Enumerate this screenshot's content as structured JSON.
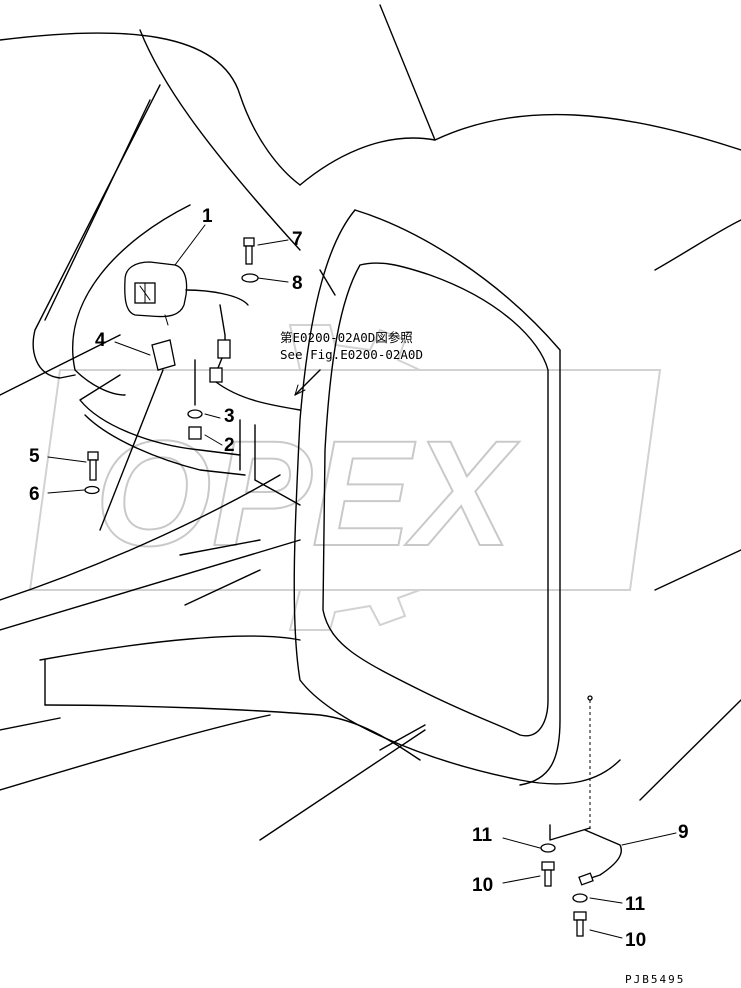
{
  "watermark": {
    "text": "OPEX"
  },
  "reference_note": {
    "japanese": "第E0200-02A0D図参照",
    "english": "See Fig.E0200-02A0D"
  },
  "callouts": [
    "1",
    "2",
    "3",
    "4",
    "5",
    "6",
    "7",
    "8",
    "9",
    "10",
    "11",
    "11",
    "10"
  ],
  "drawing_code": "PJB5495"
}
